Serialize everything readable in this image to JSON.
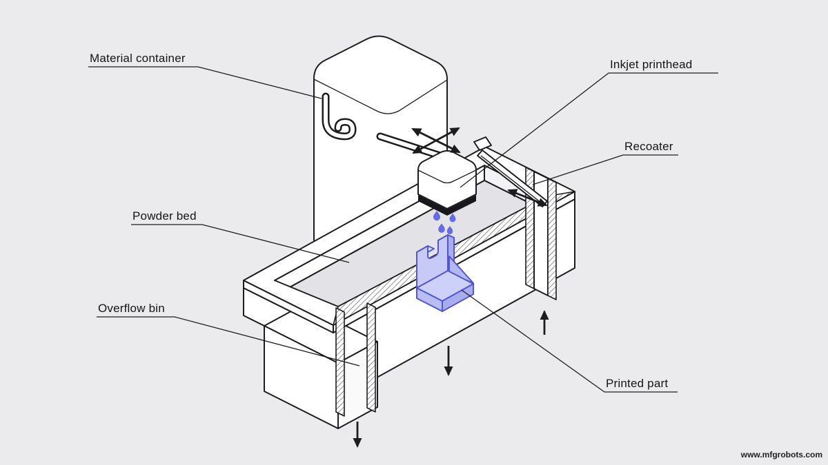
{
  "labels": {
    "material_container": "Material container",
    "inkjet_printhead": "Inkjet printhead",
    "recoater": "Recoater",
    "powder_bed": "Powder bed",
    "overflow_bin": "Overflow bin",
    "printed_part": "Printed part"
  },
  "watermark": {
    "text": "www.mfgrobots.com"
  },
  "colors": {
    "background": "#ebebed",
    "ink": "#1c1c1e",
    "part_accent": "#5257cf",
    "part_fill": "#c7caf6",
    "droplet": "#666ce0",
    "powder_surface": "#e3e3e7"
  }
}
